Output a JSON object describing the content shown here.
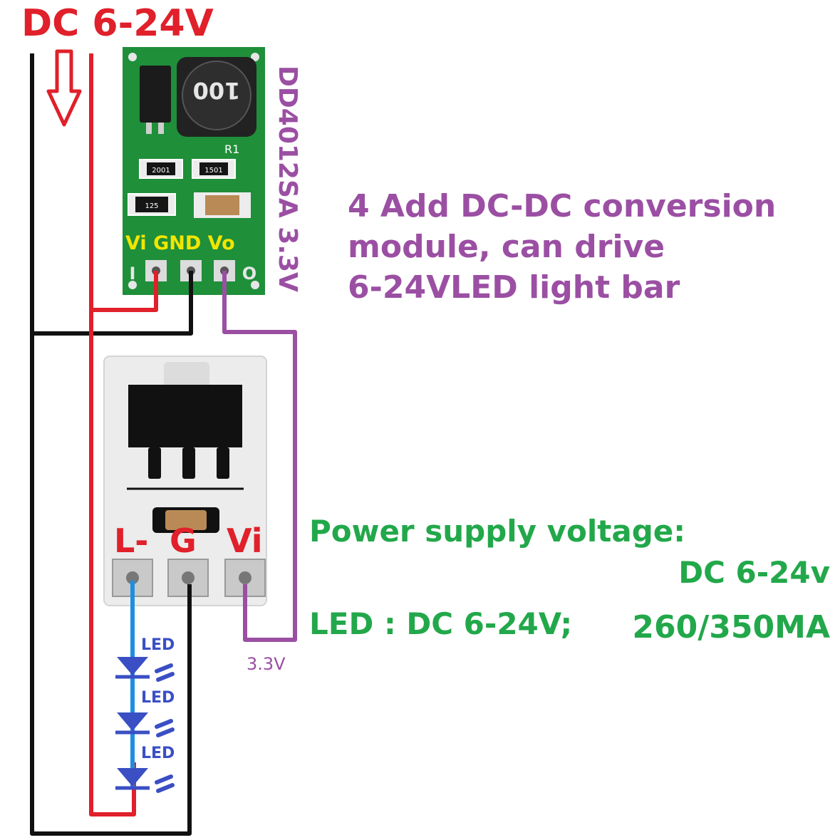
{
  "header": {
    "supply_label": "DC 6-24V"
  },
  "module_top": {
    "model_label": "DD4012SA 3.3V",
    "inductor_marking": "100",
    "resistor_label": "R1",
    "smd_1": "2001",
    "smd_2": "1501",
    "smd_3": "125",
    "pins_label": "Vi GND Vo",
    "pin_in_mark": "I",
    "pin_out_mark": "O"
  },
  "module_bottom": {
    "pin_labels": [
      "L-",
      "G",
      "Vi"
    ]
  },
  "annotation_purple": {
    "lines": [
      "4 Add DC-DC conversion",
      "module, can drive",
      "6-24VLED light bar"
    ]
  },
  "annotation_green": {
    "line1": "Power supply voltage:",
    "line2": "DC 6-24v",
    "line3": "LED : DC 6-24V;",
    "line4": "260/350MA"
  },
  "output_label": "3.3V",
  "led_labels": [
    "LED",
    "LED",
    "LED"
  ],
  "colors": {
    "red": "#e0202a",
    "purple": "#9b4fa3",
    "green": "#22a84a",
    "blue": "#3a4fc4",
    "wire_blue": "#1e8fe0",
    "pcb_green": "#1f8f3a",
    "yellow": "#f2e600"
  }
}
